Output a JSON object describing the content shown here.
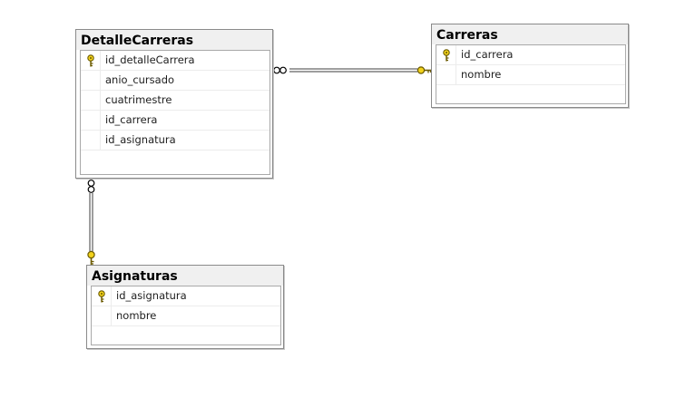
{
  "diagram": {
    "tables": {
      "detalle": {
        "title": "DetalleCarreras",
        "columns": [
          {
            "name": "id_detalleCarrera",
            "primary_key": true
          },
          {
            "name": "anio_cursado",
            "primary_key": false
          },
          {
            "name": "cuatrimestre",
            "primary_key": false
          },
          {
            "name": "id_carrera",
            "primary_key": false
          },
          {
            "name": "id_asignatura",
            "primary_key": false
          }
        ]
      },
      "carreras": {
        "title": "Carreras",
        "columns": [
          {
            "name": "id_carrera",
            "primary_key": true
          },
          {
            "name": "nombre",
            "primary_key": false
          }
        ]
      },
      "asignaturas": {
        "title": "Asignaturas",
        "columns": [
          {
            "name": "id_asignatura",
            "primary_key": true
          },
          {
            "name": "nombre",
            "primary_key": false
          }
        ]
      }
    },
    "relationships": [
      {
        "from": "DetalleCarreras",
        "to": "Carreras",
        "from_end": "many",
        "to_end": "one"
      },
      {
        "from": "DetalleCarreras",
        "to": "Asignaturas",
        "from_end": "many",
        "to_end": "one"
      }
    ],
    "colors": {
      "key_fill": "#f2d21b",
      "key_stroke": "#6b5a00",
      "line": "#3c3c3c",
      "header_bg": "#f0f0f0"
    }
  }
}
